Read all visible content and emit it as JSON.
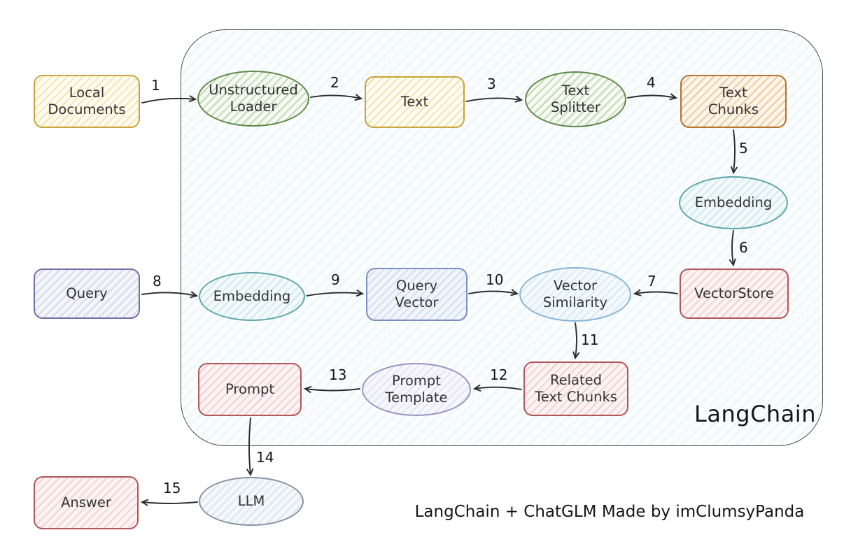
{
  "diagram": {
    "title": "LangChain",
    "caption": "LangChain + ChatGLM Made by imClumsyPanda"
  },
  "nodes": {
    "local_documents": {
      "label": "Local\nDocuments",
      "shape": "rect",
      "color": "#c9a43a"
    },
    "unstructured_loader": {
      "label": "Unstructured\nLoader",
      "shape": "ellipse",
      "color": "#5d8a47"
    },
    "text": {
      "label": "Text",
      "shape": "rect",
      "color": "#c9a43a"
    },
    "text_splitter": {
      "label": "Text\nSplitter",
      "shape": "ellipse",
      "color": "#5d8a47"
    },
    "text_chunks": {
      "label": "Text\nChunks",
      "shape": "rect",
      "color": "#b5722c"
    },
    "embedding_1": {
      "label": "Embedding",
      "shape": "ellipse",
      "color": "#5fa6ab"
    },
    "vectorstore": {
      "label": "VectorStore",
      "shape": "rect",
      "color": "#b25757"
    },
    "query": {
      "label": "Query",
      "shape": "rect",
      "color": "#7070a8"
    },
    "embedding_2": {
      "label": "Embedding",
      "shape": "ellipse",
      "color": "#5fa6ab"
    },
    "query_vector": {
      "label": "Query\nVector",
      "shape": "rect",
      "color": "#7b8fc4"
    },
    "vector_similarity": {
      "label": "Vector\nSimilarity",
      "shape": "ellipse",
      "color": "#88b4d6"
    },
    "related_text_chunks": {
      "label": "Related\nText Chunks",
      "shape": "rect",
      "color": "#b25757"
    },
    "prompt_template": {
      "label": "Prompt\nTemplate",
      "shape": "ellipse",
      "color": "#9a94c2"
    },
    "prompt": {
      "label": "Prompt",
      "shape": "rect",
      "color": "#b25757"
    },
    "llm": {
      "label": "LLM",
      "shape": "ellipse",
      "color": "#8593a6"
    },
    "answer": {
      "label": "Answer",
      "shape": "rect",
      "color": "#b25757"
    }
  },
  "edges": [
    {
      "label": "1",
      "from": "local_documents",
      "to": "unstructured_loader"
    },
    {
      "label": "2",
      "from": "unstructured_loader",
      "to": "text"
    },
    {
      "label": "3",
      "from": "text",
      "to": "text_splitter"
    },
    {
      "label": "4",
      "from": "text_splitter",
      "to": "text_chunks"
    },
    {
      "label": "5",
      "from": "text_chunks",
      "to": "embedding_1"
    },
    {
      "label": "6",
      "from": "embedding_1",
      "to": "vectorstore"
    },
    {
      "label": "7",
      "from": "vectorstore",
      "to": "vector_similarity"
    },
    {
      "label": "8",
      "from": "query",
      "to": "embedding_2"
    },
    {
      "label": "9",
      "from": "embedding_2",
      "to": "query_vector"
    },
    {
      "label": "10",
      "from": "query_vector",
      "to": "vector_similarity"
    },
    {
      "label": "11",
      "from": "vector_similarity",
      "to": "related_text_chunks"
    },
    {
      "label": "12",
      "from": "related_text_chunks",
      "to": "prompt_template"
    },
    {
      "label": "13",
      "from": "prompt_template",
      "to": "prompt"
    },
    {
      "label": "14",
      "from": "prompt",
      "to": "llm"
    },
    {
      "label": "15",
      "from": "llm",
      "to": "answer"
    }
  ],
  "colors": {
    "arrow": "#2b2b2b",
    "container_border": "#4a4a4a",
    "container_fill_stripe": "#96c6e4"
  }
}
